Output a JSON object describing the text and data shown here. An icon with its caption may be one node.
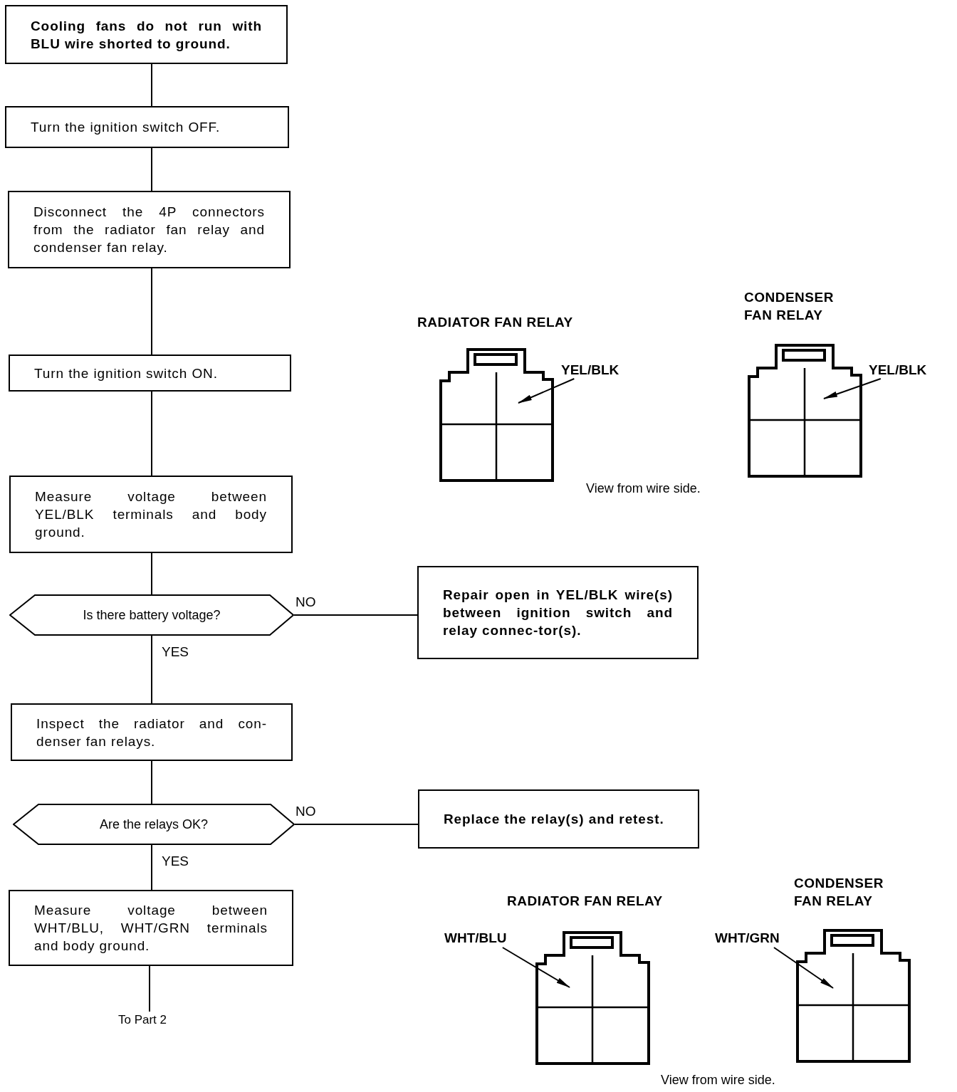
{
  "diagram": {
    "nodes": [
      {
        "text": [
          "Cooling fans do not run with BLU wire shorted to ground."
        ]
      },
      {
        "text": [
          "Turn the ignition switch OFF."
        ]
      },
      {
        "text": [
          "Disconnect the 4P connectors from the radiator fan relay and condenser fan relay."
        ]
      },
      {
        "text": [
          "Turn the ignition switch ON."
        ]
      },
      {
        "text": [
          "Measure voltage between YEL/BLK terminals and body ground."
        ]
      },
      {
        "text": [
          "Is there battery voltage?"
        ]
      },
      {
        "text": [
          "Repair open in YEL/BLK wire(s) between ignition switch and relay connec-tor(s)."
        ]
      },
      {
        "text": [
          "Inspect the radiator and con-denser fan relays."
        ]
      },
      {
        "text": [
          "Are the relays OK?"
        ]
      },
      {
        "text": [
          "Replace the relay(s) and retest."
        ]
      },
      {
        "text": [
          "Measure voltage between WHT/BLU, WHT/GRN terminals and body ground."
        ]
      },
      {
        "text": [
          "To Part 2"
        ]
      },
      {
        "text": [
          "RADIATOR FAN RELAY"
        ]
      },
      {
        "text": [
          "YEL/BLK"
        ]
      },
      {
        "text": [
          "CONDENSER FAN RELAY"
        ]
      },
      {
        "text": [
          "YEL/BLK"
        ]
      },
      {
        "text": [
          "RADIATOR FAN RELAY"
        ]
      },
      {
        "text": [
          "WHT/BLU"
        ]
      },
      {
        "text": [
          "CONDENSER FAN RELAY"
        ]
      },
      {
        "text": [
          "WHT/GRN"
        ]
      }
    ],
    "edges": [
      {
        "from": 0,
        "to": 1,
        "arrow": "none"
      },
      {
        "from": 1,
        "to": 2,
        "arrow": "none"
      },
      {
        "from": 2,
        "to": 3,
        "arrow": "none"
      },
      {
        "from": 3,
        "to": 4,
        "arrow": "none"
      },
      {
        "from": 4,
        "to": 5,
        "arrow": "none"
      },
      {
        "from": 5,
        "to": 6,
        "arrow": "none",
        "label": "NO"
      },
      {
        "from": 5,
        "to": 7,
        "arrow": "none",
        "label": "YES"
      },
      {
        "from": 7,
        "to": 8,
        "arrow": "none"
      },
      {
        "from": 8,
        "to": 9,
        "arrow": "none",
        "label": "NO"
      },
      {
        "from": 8,
        "to": 10,
        "arrow": "none",
        "label": "YES"
      },
      {
        "from": 10,
        "to": 11,
        "arrow": "none"
      },
      {
        "from": 13,
        "to": 12,
        "arrow": "to"
      },
      {
        "from": 15,
        "to": 14,
        "arrow": "to"
      },
      {
        "from": 17,
        "to": 16,
        "arrow": "to"
      },
      {
        "from": 19,
        "to": 18,
        "arrow": "to"
      }
    ],
    "labels": [
      "View from wire side.",
      "View from wire side."
    ]
  }
}
